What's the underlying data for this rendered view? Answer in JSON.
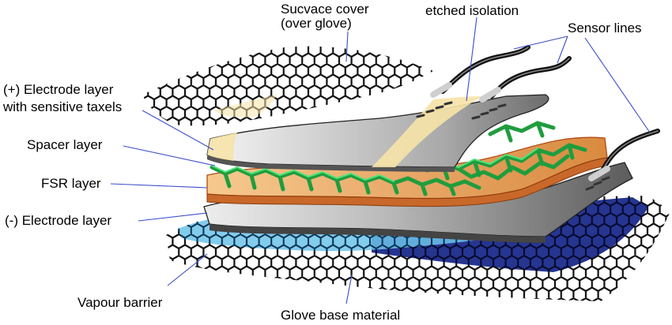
{
  "labels": {
    "surface_cover": "Sucvace cover",
    "surface_cover_sub": "(over glove)",
    "etched_isolation": "etched isolation",
    "sensor_lines": "Sensor lines",
    "pos_electrode": "(+) Electrode layer",
    "pos_electrode_sub": "with sensitive taxels",
    "spacer_layer": "Spacer layer",
    "fsr_layer": "FSR layer",
    "neg_electrode": "(-) Electrode layer",
    "vapour_barrier": "Vapour barrier",
    "glove_base": "Glove base material"
  },
  "colors": {
    "leader_line": "#3a4dcc",
    "hex_mesh": "#111111",
    "electrode_metal": "#b9b9b9",
    "isolation_strip": "#f6e3a8",
    "spacer_green": "#22b14c",
    "fsr_orange": "#e39a55",
    "vapour_blue": "#5bbbe8",
    "glove_base_navy": "#0e1b78"
  }
}
